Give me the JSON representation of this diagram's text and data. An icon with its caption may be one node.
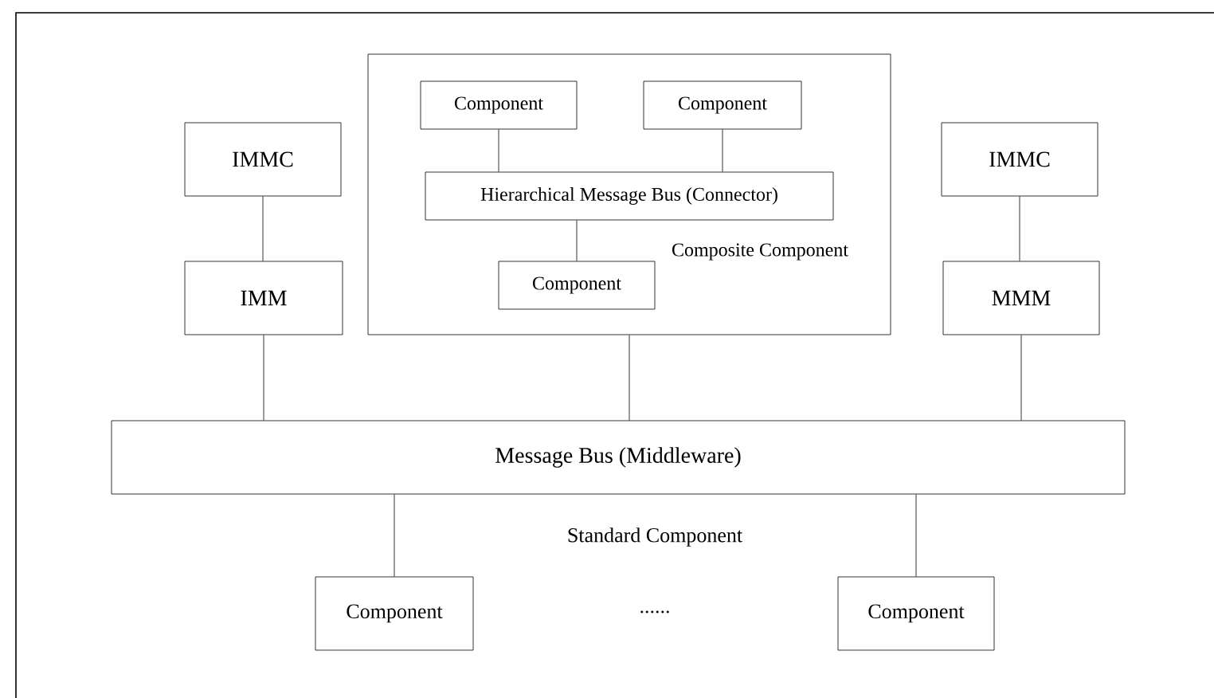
{
  "diagram": {
    "nodes": [
      {
        "text": [
          "IMMC"
        ]
      },
      {
        "text": [
          "IMM"
        ]
      },
      {
        "text": [
          "Composite Component"
        ]
      },
      {
        "text": [
          "Component"
        ],
        "in": 2
      },
      {
        "text": [
          "Component"
        ],
        "in": 2
      },
      {
        "text": [
          "Hierarchical Message Bus (Connector)"
        ],
        "in": 2
      },
      {
        "text": [
          "Component"
        ],
        "in": 2
      },
      {
        "text": [
          "IMMC"
        ]
      },
      {
        "text": [
          "MMM"
        ]
      },
      {
        "text": [
          "Message Bus (Middleware)"
        ]
      },
      {
        "text": [
          "Component"
        ]
      },
      {
        "text": [
          "Component"
        ]
      }
    ],
    "edges": [
      {
        "from": 0,
        "to": 1,
        "arrow": "none"
      },
      {
        "from": 3,
        "to": 5,
        "arrow": "none"
      },
      {
        "from": 4,
        "to": 5,
        "arrow": "none"
      },
      {
        "from": 5,
        "to": 6,
        "arrow": "none"
      },
      {
        "from": 7,
        "to": 8,
        "arrow": "none"
      },
      {
        "from": 1,
        "to": 9,
        "arrow": "none"
      },
      {
        "from": 2,
        "to": 9,
        "arrow": "none"
      },
      {
        "from": 8,
        "to": 9,
        "arrow": "none"
      },
      {
        "from": 9,
        "to": 10,
        "arrow": "none"
      },
      {
        "from": 9,
        "to": 11,
        "arrow": "none"
      }
    ],
    "labels": [
      "Standard Component",
      "......"
    ]
  }
}
